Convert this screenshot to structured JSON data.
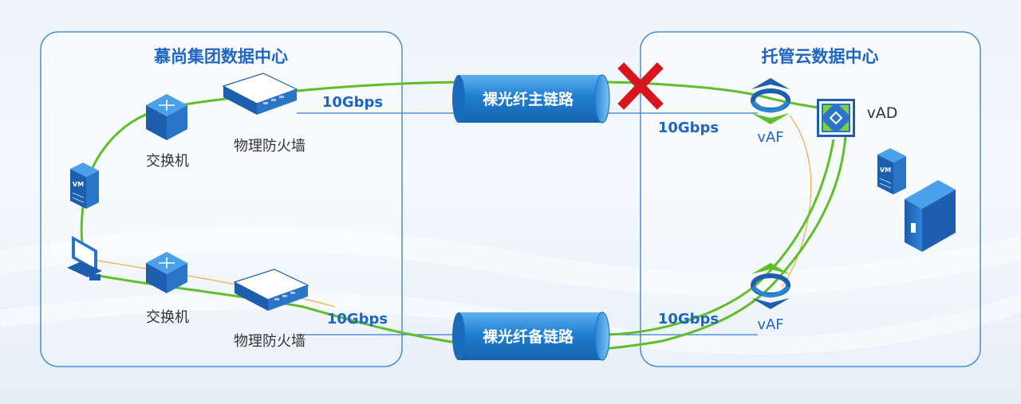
{
  "left_center": {
    "title": "慕尚集团数据中心",
    "switch_top_label": "交换机",
    "firewall_top_label": "物理防火墙",
    "switch_bottom_label": "交换机",
    "firewall_bottom_label": "物理防火墙",
    "vm_badge": "VM"
  },
  "right_center": {
    "title": "托管云数据中心",
    "vaf_top_label": "vAF",
    "vaf_bottom_label": "vAF",
    "vad_label": "vAD",
    "vm_badge": "VM"
  },
  "links": {
    "primary_label": "裸光纤主链路",
    "backup_label": "裸光纤备链路",
    "speed_primary_left": "10Gbps",
    "speed_primary_right": "10Gbps",
    "speed_backup_left": "10Gbps",
    "speed_backup_right": "10Gbps",
    "primary_status": "failed"
  },
  "colors": {
    "panel_border": "#4a90d6",
    "title_blue": "#1f66c1",
    "green_path": "#5fbf2a",
    "orange_path": "#f0b050",
    "fiber_blue": "#1c78c8",
    "fail_red": "#d8141c"
  }
}
